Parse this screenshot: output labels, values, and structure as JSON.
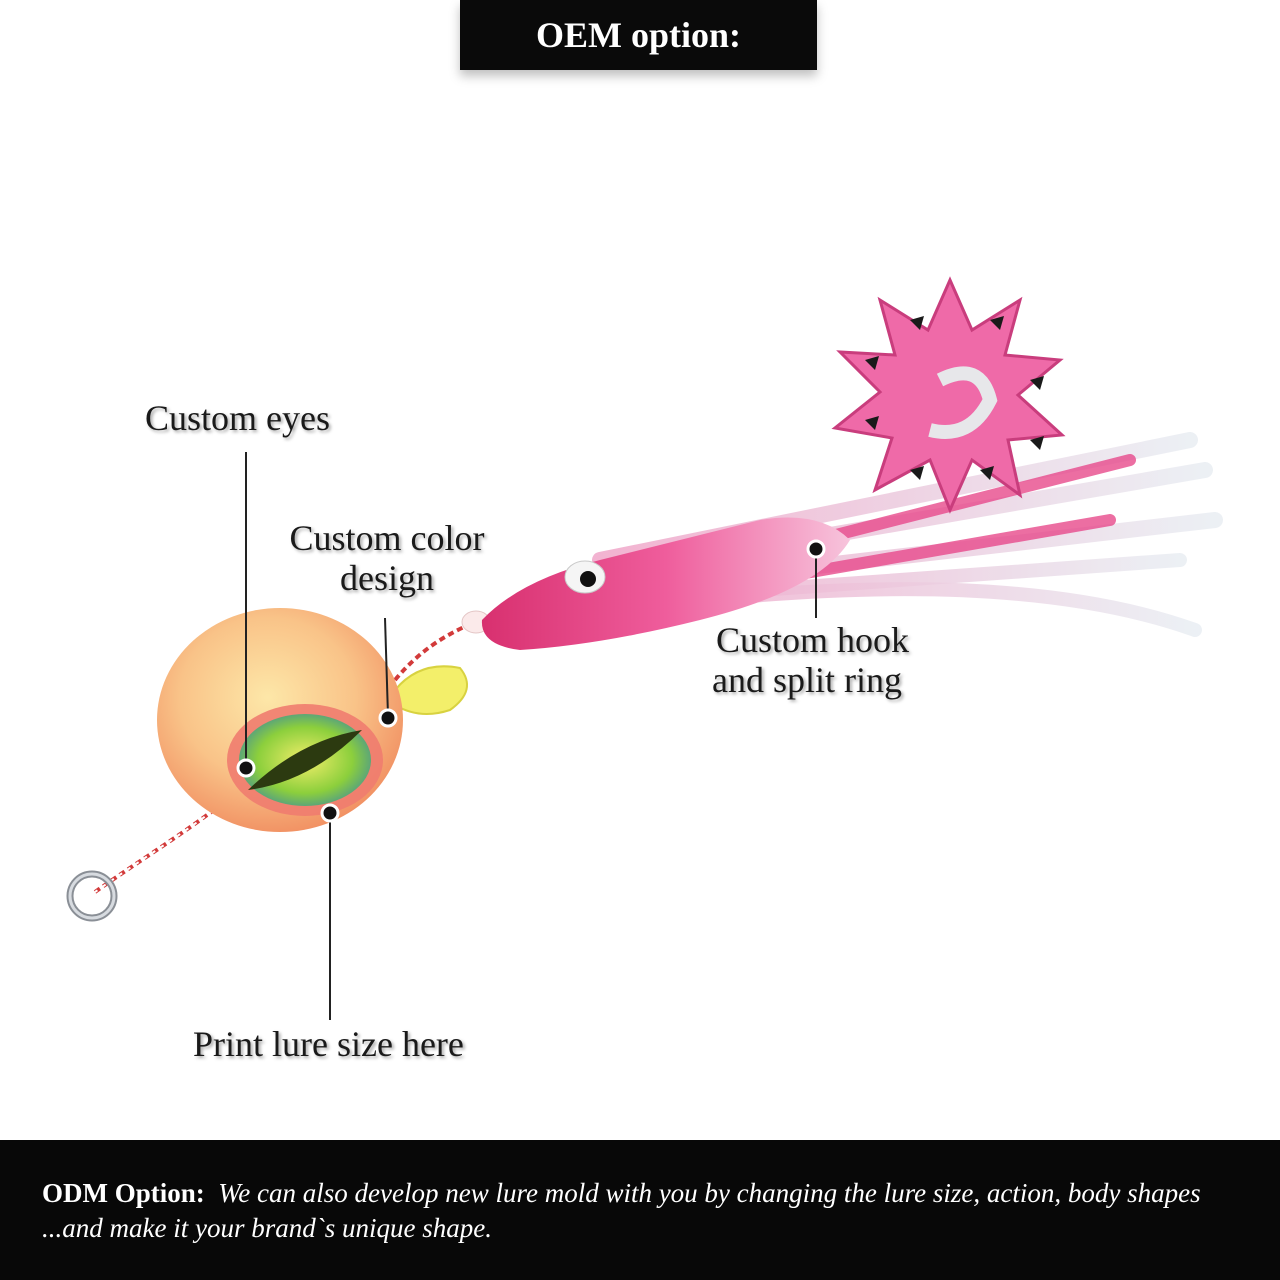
{
  "header": {
    "title": "OEM option:"
  },
  "callouts": {
    "eyes": "Custom eyes",
    "color_line1": "Custom color",
    "color_line2": "design",
    "hook_line1": "Custom hook",
    "hook_line2": "and  split ring",
    "size": "Print lure size here"
  },
  "footer": {
    "heading": "ODM Option:",
    "body": "We can also develop new lure mold with you by changing the lure size, action, body shapes ...and  make it your brand`s unique shape."
  },
  "colors": {
    "banner_bg": "#0a0a0a",
    "lure_head": "#f6b878",
    "lure_skirt": "#e83d8a",
    "eye_iris": "#9ad23a"
  }
}
